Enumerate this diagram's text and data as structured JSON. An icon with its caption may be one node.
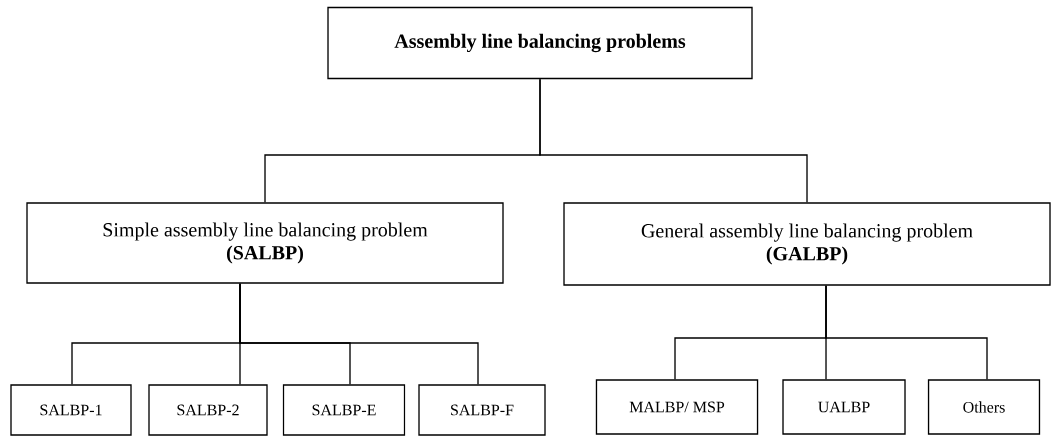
{
  "diagram": {
    "nodes": [
      {
        "text": [
          "Assembly line balancing problems"
        ]
      },
      {
        "text": [
          "Simple assembly line balancing problem",
          "(SALBP)"
        ]
      },
      {
        "text": [
          "General assembly line balancing problem",
          "(GALBP)"
        ]
      },
      {
        "text": [
          "SALBP-1"
        ]
      },
      {
        "text": [
          "SALBP-2"
        ]
      },
      {
        "text": [
          "SALBP-E"
        ]
      },
      {
        "text": [
          "SALBP-F"
        ]
      },
      {
        "text": [
          "MALBP/ MSP"
        ]
      },
      {
        "text": [
          "UALBP"
        ]
      },
      {
        "text": [
          "Others"
        ]
      }
    ],
    "edges": [
      {
        "from": 0,
        "to": 1,
        "arrow": "none"
      },
      {
        "from": 0,
        "to": 2,
        "arrow": "none"
      },
      {
        "from": 1,
        "to": 3,
        "arrow": "none"
      },
      {
        "from": 1,
        "to": 4,
        "arrow": "none"
      },
      {
        "from": 1,
        "to": 5,
        "arrow": "none"
      },
      {
        "from": 1,
        "to": 6,
        "arrow": "none"
      },
      {
        "from": 2,
        "to": 7,
        "arrow": "none"
      },
      {
        "from": 2,
        "to": 8,
        "arrow": "none"
      },
      {
        "from": 2,
        "to": 9,
        "arrow": "none"
      }
    ]
  }
}
